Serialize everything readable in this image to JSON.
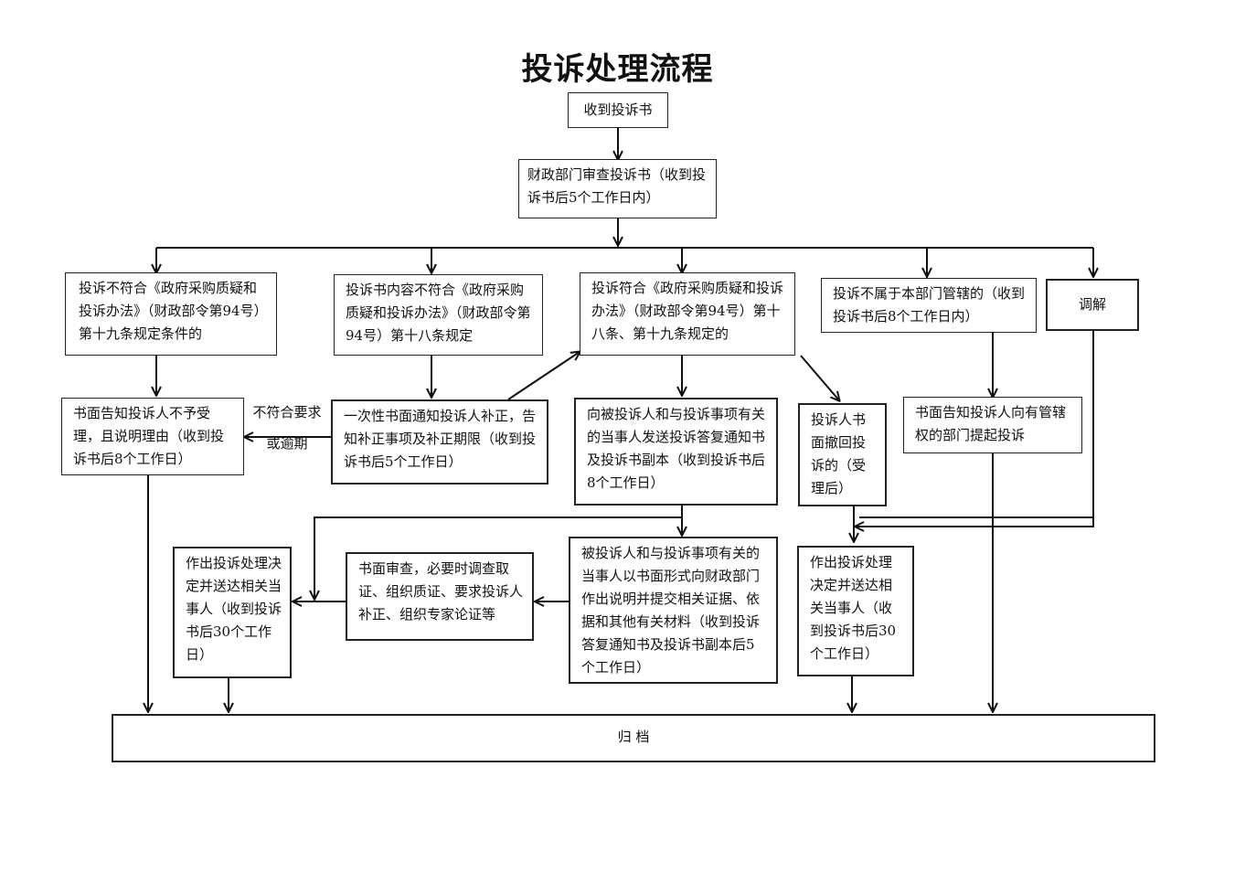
{
  "title": "投诉处理流程",
  "nodes": {
    "receive": "收到投诉书",
    "review": "财政部门审查投诉书（收到投诉书后5个工作日内）",
    "noncompliant_19": "投诉不符合《政府采购质疑和投诉办法》（财政部令第94号）第十九条规定条件的",
    "content_noncompliant_18": "投诉书内容不符合《政府采购质疑和投诉办法》（财政部令第94号）第十八条规定",
    "compliant": "投诉符合《政府采购质疑和投诉办法》（财政部令第94号）第十八条、第十九条规定的",
    "not_jurisdiction": "投诉不属于本部门管辖的（收到投诉书后8个工作日内）",
    "mediation": "调解",
    "reject_notice": "书面告知投诉人不予受理，且说明理由（收到投诉书后8个工作日）",
    "correction_notice": "一次性书面通知投诉人补正，告知补正事项及补正期限（收到投诉书后5个工作日）",
    "send_reply_notice": "向被投诉人和与投诉事项有关的当事人发送投诉答复通知书及投诉书副本（收到投诉书后8个工作日）",
    "withdraw": "投诉人书面撤回投诉的（受理后）",
    "refer_notice": "书面告知投诉人向有管辖权的部门提起投诉",
    "respondent_reply": "被投诉人和与投诉事项有关的当事人以书面形式向财政部门作出说明并提交相关证据、依据和其他有关材料（收到投诉答复通知书及投诉书副本后5个工作日）",
    "written_review": "书面审查，必要时调查取证、组织质证、要求投诉人补正、组织专家论证等",
    "decision_left": "作出投诉处理决定并送达相关当事人（收到投诉书后30个工作日）",
    "decision_right": "作出投诉处理决定并送达相关当事人（收到投诉书后30个工作日）",
    "archive": "归 档"
  },
  "edge_labels": {
    "not_meeting": "不符合要求或逾期"
  }
}
